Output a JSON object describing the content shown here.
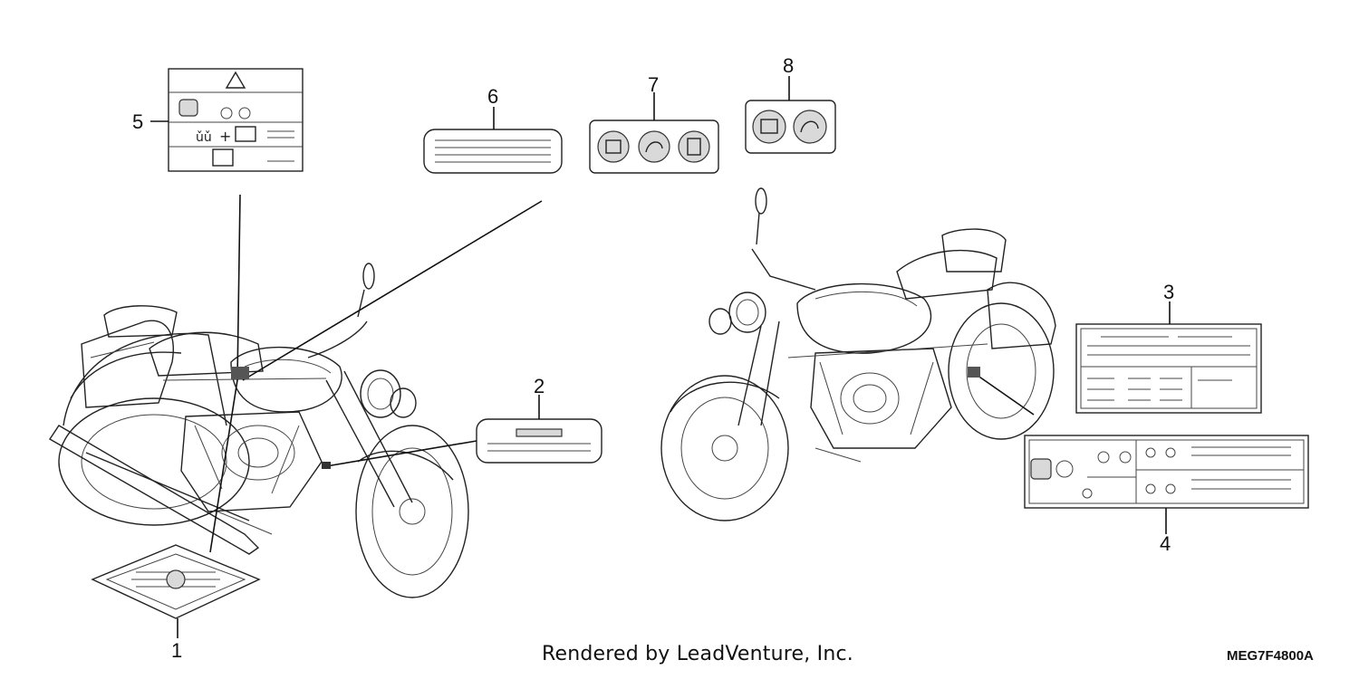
{
  "callouts": {
    "c1": "1",
    "c2": "2",
    "c3": "3",
    "c4": "4",
    "c5": "5",
    "c6": "6",
    "c7": "7",
    "c8": "8"
  },
  "footer": {
    "credit": "Rendered by LeadVenture, Inc.",
    "diagram_code": "MEG7F4800A"
  }
}
